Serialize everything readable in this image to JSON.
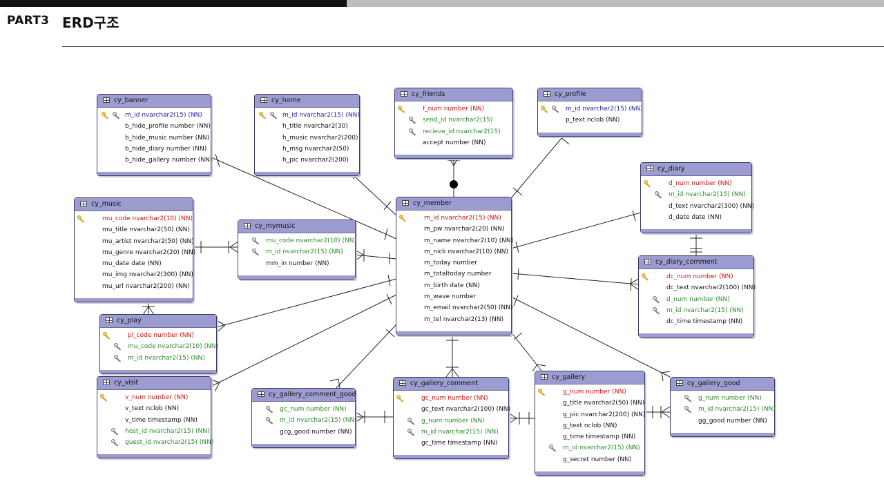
{
  "header": {
    "part": "PART3",
    "title": "ERD구조"
  },
  "tables": {
    "cy_banner": {
      "name": "cy_banner",
      "columns": [
        {
          "text": "m_id nvarchar2(15) (NN)",
          "kind": "pf",
          "icons": [
            "pk",
            "fk"
          ]
        },
        {
          "text": "b_hide_profile number (NN)",
          "kind": "plain",
          "icons": []
        },
        {
          "text": "b_hide_music number (NN)",
          "kind": "plain",
          "icons": []
        },
        {
          "text": "b_hide_diary number (NN)",
          "kind": "plain",
          "icons": []
        },
        {
          "text": "b_hide_gallery number (NN)",
          "kind": "plain",
          "icons": []
        }
      ]
    },
    "cy_home": {
      "name": "cy_home",
      "columns": [
        {
          "text": "m_id nvarchar2(15) (NN)",
          "kind": "pf",
          "icons": [
            "pk",
            "fk"
          ]
        },
        {
          "text": "h_title nvarchar2(30)",
          "kind": "plain",
          "icons": []
        },
        {
          "text": "h_music nvarchar2(200)",
          "kind": "plain",
          "icons": []
        },
        {
          "text": "h_msg nvarchar2(50)",
          "kind": "plain",
          "icons": []
        },
        {
          "text": "h_pic nvarchar2(200)",
          "kind": "plain",
          "icons": []
        }
      ]
    },
    "cy_friends": {
      "name": "cy_friends",
      "columns": [
        {
          "text": "f_num number (NN)",
          "kind": "pk",
          "icons": [
            "pk"
          ]
        },
        {
          "text": "send_id nvarchar2(15)",
          "kind": "fk",
          "icons": [
            "fk"
          ]
        },
        {
          "text": "recieve_id nvarchar2(15)",
          "kind": "fk",
          "icons": [
            "fk"
          ]
        },
        {
          "text": "accept number (NN)",
          "kind": "plain",
          "icons": []
        }
      ]
    },
    "cy_profile": {
      "name": "cy_profile",
      "columns": [
        {
          "text": "m_id nvarchar2(15) (NN)",
          "kind": "pf",
          "icons": [
            "pk",
            "fk"
          ]
        },
        {
          "text": "p_text nclob (NN)",
          "kind": "plain",
          "icons": []
        }
      ]
    },
    "cy_diary": {
      "name": "cy_diary",
      "columns": [
        {
          "text": "d_num number (NN)",
          "kind": "pk",
          "icons": [
            "pk"
          ]
        },
        {
          "text": "m_id nvarchar2(15) (NN)",
          "kind": "fk",
          "icons": [
            "fk"
          ]
        },
        {
          "text": "d_text nvarchar2(300) (NN)",
          "kind": "plain",
          "icons": []
        },
        {
          "text": "d_date date (NN)",
          "kind": "plain",
          "icons": []
        }
      ]
    },
    "cy_music": {
      "name": "cy_music",
      "columns": [
        {
          "text": "mu_code nvarchar2(10) (NN)",
          "kind": "pk",
          "icons": [
            "pk"
          ]
        },
        {
          "text": "mu_title nvarchar2(50) (NN)",
          "kind": "plain",
          "icons": []
        },
        {
          "text": "mu_artist nvarchar2(50) (NN)",
          "kind": "plain",
          "icons": []
        },
        {
          "text": "mu_genre nvarchar2(20) (NN)",
          "kind": "plain",
          "icons": []
        },
        {
          "text": "mu_date date (NN)",
          "kind": "plain",
          "icons": []
        },
        {
          "text": "mu_img nvarchar2(300) (NN)",
          "kind": "plain",
          "icons": []
        },
        {
          "text": "mu_url nvarchar2(200) (NN)",
          "kind": "plain",
          "icons": []
        }
      ]
    },
    "cy_mymusic": {
      "name": "cy_mymusic",
      "columns": [
        {
          "text": "mu_code nvarchar2(10) (NN)",
          "kind": "fk",
          "icons": [
            "fk"
          ]
        },
        {
          "text": "m_id nvarchar2(15) (NN)",
          "kind": "fk",
          "icons": [
            "fk"
          ]
        },
        {
          "text": "mm_in number (NN)",
          "kind": "plain",
          "icons": []
        }
      ]
    },
    "cy_member": {
      "name": "cy_member",
      "columns": [
        {
          "text": "m_id nvarchar2(15) (NN)",
          "kind": "pk",
          "icons": [
            "pk"
          ]
        },
        {
          "text": "m_pw nvarchar2(20) (NN)",
          "kind": "plain",
          "icons": []
        },
        {
          "text": "m_name nvarchar2(10) (NN)",
          "kind": "plain",
          "icons": []
        },
        {
          "text": "m_nick nvarchar2(10) (NN)",
          "kind": "plain",
          "icons": []
        },
        {
          "text": "m_today number",
          "kind": "plain",
          "icons": []
        },
        {
          "text": "m_totaltoday number",
          "kind": "plain",
          "icons": []
        },
        {
          "text": "m_birth date (NN)",
          "kind": "plain",
          "icons": []
        },
        {
          "text": "m_wave number",
          "kind": "plain",
          "icons": []
        },
        {
          "text": "m_email nvarchar2(50) (NN)",
          "kind": "plain",
          "icons": []
        },
        {
          "text": "m_tel nvarchar2(13) (NN)",
          "kind": "plain",
          "icons": []
        }
      ]
    },
    "cy_diary_comment": {
      "name": "cy_diary_comment",
      "columns": [
        {
          "text": "dc_num number (NN)",
          "kind": "pk",
          "icons": [
            "pk"
          ]
        },
        {
          "text": "dc_text nvarchar2(100) (NN)",
          "kind": "plain",
          "icons": []
        },
        {
          "text": "d_num number (NN)",
          "kind": "fk",
          "icons": [
            "fk"
          ]
        },
        {
          "text": "m_id nvarchar2(15) (NN)",
          "kind": "fk",
          "icons": [
            "fk"
          ]
        },
        {
          "text": "dc_time timestamp (NN)",
          "kind": "plain",
          "icons": []
        }
      ]
    },
    "cy_play": {
      "name": "cy_play",
      "columns": [
        {
          "text": "pl_code number (NN)",
          "kind": "pk",
          "icons": [
            "pk"
          ]
        },
        {
          "text": "mu_code nvarchar2(10) (NN)",
          "kind": "fk",
          "icons": [
            "fk"
          ]
        },
        {
          "text": "m_id nvarchar2(15) (NN)",
          "kind": "fk",
          "icons": [
            "fk"
          ]
        }
      ]
    },
    "cy_visit": {
      "name": "cy_visit",
      "columns": [
        {
          "text": "v_num number (NN)",
          "kind": "pk",
          "icons": [
            "pk"
          ]
        },
        {
          "text": "v_text nclob (NN)",
          "kind": "plain",
          "icons": []
        },
        {
          "text": "v_time timestamp (NN)",
          "kind": "plain",
          "icons": []
        },
        {
          "text": "host_id nvarchar2(15) (NN)",
          "kind": "fk",
          "icons": [
            "fk"
          ]
        },
        {
          "text": "guest_id nvarchar2(15) (NN)",
          "kind": "fk",
          "icons": [
            "fk"
          ]
        }
      ]
    },
    "cy_gallery_comment_good": {
      "name": "cy_gallery_comment_good",
      "columns": [
        {
          "text": "gc_num number (NN)",
          "kind": "fk",
          "icons": [
            "fk"
          ]
        },
        {
          "text": "m_id nvarchar2(15) (NN)",
          "kind": "fk",
          "icons": [
            "fk"
          ]
        },
        {
          "text": "gcg_good number (NN)",
          "kind": "plain",
          "icons": []
        }
      ]
    },
    "cy_gallery_comment": {
      "name": "cy_gallery_comment",
      "columns": [
        {
          "text": "gc_num number (NN)",
          "kind": "pk",
          "icons": [
            "pk"
          ]
        },
        {
          "text": "gc_text nvarchar2(100) (NN)",
          "kind": "plain",
          "icons": []
        },
        {
          "text": "g_num number (NN)",
          "kind": "fk",
          "icons": [
            "fk"
          ]
        },
        {
          "text": "m_id nvarchar2(15) (NN)",
          "kind": "fk",
          "icons": [
            "fk"
          ]
        },
        {
          "text": "gc_time timestamp (NN)",
          "kind": "plain",
          "icons": []
        }
      ]
    },
    "cy_gallery": {
      "name": "cy_gallery",
      "columns": [
        {
          "text": "g_num number (NN)",
          "kind": "pk",
          "icons": [
            "pk"
          ]
        },
        {
          "text": "g_title nvarchar2(50) (NN)",
          "kind": "plain",
          "icons": []
        },
        {
          "text": "g_pic nvarchar2(200) (NN)",
          "kind": "plain",
          "icons": []
        },
        {
          "text": "g_text nclob (NN)",
          "kind": "plain",
          "icons": []
        },
        {
          "text": "g_time timestamp (NN)",
          "kind": "plain",
          "icons": []
        },
        {
          "text": "m_id nvarchar2(15) (NN)",
          "kind": "fk",
          "icons": [
            "fk"
          ]
        },
        {
          "text": "g_secret number (NN)",
          "kind": "plain",
          "icons": []
        }
      ]
    },
    "cy_gallery_good": {
      "name": "cy_gallery_good",
      "columns": [
        {
          "text": "g_num number (NN)",
          "kind": "fk",
          "icons": [
            "fk"
          ]
        },
        {
          "text": "m_id nvarchar2(15) (NN)",
          "kind": "fk",
          "icons": [
            "fk"
          ]
        },
        {
          "text": "gg_good number (NN)",
          "kind": "plain",
          "icons": []
        }
      ]
    }
  },
  "relationships": [
    {
      "from": "cy_banner",
      "to": "cy_member"
    },
    {
      "from": "cy_home",
      "to": "cy_member"
    },
    {
      "from": "cy_friends",
      "to": "cy_member"
    },
    {
      "from": "cy_profile",
      "to": "cy_member"
    },
    {
      "from": "cy_diary",
      "to": "cy_member"
    },
    {
      "from": "cy_diary_comment",
      "to": "cy_member"
    },
    {
      "from": "cy_diary_comment",
      "to": "cy_diary"
    },
    {
      "from": "cy_mymusic",
      "to": "cy_member"
    },
    {
      "from": "cy_mymusic",
      "to": "cy_music"
    },
    {
      "from": "cy_play",
      "to": "cy_music"
    },
    {
      "from": "cy_play",
      "to": "cy_member"
    },
    {
      "from": "cy_visit",
      "to": "cy_member"
    },
    {
      "from": "cy_gallery_comment_good",
      "to": "cy_member"
    },
    {
      "from": "cy_gallery_comment_good",
      "to": "cy_gallery_comment"
    },
    {
      "from": "cy_gallery_comment",
      "to": "cy_member"
    },
    {
      "from": "cy_gallery_comment",
      "to": "cy_gallery"
    },
    {
      "from": "cy_gallery",
      "to": "cy_member"
    },
    {
      "from": "cy_gallery_good",
      "to": "cy_member"
    },
    {
      "from": "cy_gallery_good",
      "to": "cy_gallery"
    }
  ]
}
